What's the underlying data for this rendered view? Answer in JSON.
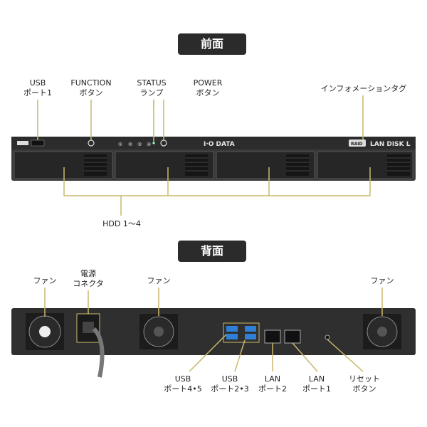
{
  "front": {
    "heading": "前面",
    "labels": {
      "usb_port1_l1": "USB",
      "usb_port1_l2": "ポート1",
      "function_l1": "FUNCTION",
      "function_l2": "ボタン",
      "status_l1": "STATUS",
      "status_l2": "ランプ",
      "power_l1": "POWER",
      "power_l2": "ボタン",
      "info_tag": "インフォメーションタグ",
      "hdd": "HDD 1～4"
    },
    "unit": {
      "brand": "I·O DATA",
      "model": "LAN DISK L",
      "raid_badge": "RAID",
      "bay_numbers": [
        "①",
        "②",
        "③",
        "④"
      ]
    }
  },
  "back": {
    "heading": "背面",
    "labels": {
      "fan_left": "ファン",
      "power_conn_l1": "電源",
      "power_conn_l2": "コネクタ",
      "fan_mid": "ファン",
      "fan_right": "ファン",
      "usb45_l1": "USB",
      "usb45_l2": "ポート4•5",
      "usb23_l1": "USB",
      "usb23_l2": "ポート2•3",
      "lan2_l1": "LAN",
      "lan2_l2": "ポート2",
      "lan1_l1": "LAN",
      "lan1_l2": "ポート1",
      "reset_l1": "リセット",
      "reset_l2": "ボタン"
    }
  },
  "colors": {
    "leader_line": "#c9b86a",
    "chassis": "#2e2e2e",
    "usb_blue": "#2f7fd6",
    "heading_bg": "#2b2b2b"
  }
}
